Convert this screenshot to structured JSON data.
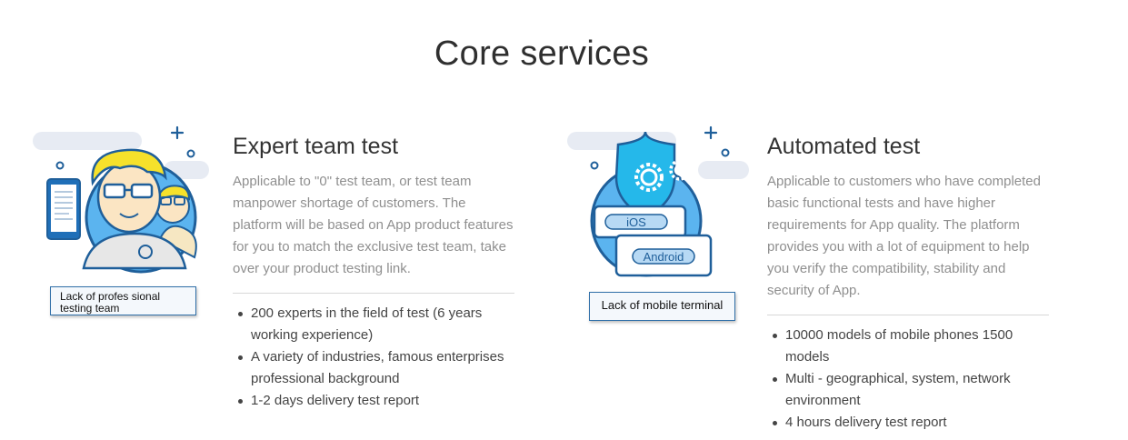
{
  "section": {
    "title": "Core services"
  },
  "cards": [
    {
      "title": "Expert team test",
      "description": "Applicable to \"0\" test team, or test team manpower shortage of customers. The platform will be based on App product features for you to match the exclusive test team, take over your product testing link.",
      "tooltip": "Lack of profes sional testing team",
      "features": [
        "200 experts in the field of test (6 years working experience)",
        "A variety of industries, famous enterprises professional background",
        "1-2 days delivery test report"
      ]
    },
    {
      "title": "Automated test",
      "description": "Applicable to customers who have completed basic functional tests and have higher requirements for App quality. The platform provides you with a lot of equipment to help you verify the compatibility, stability and security of App.",
      "tooltip": "Lack of mobile terminal",
      "badges": {
        "ios": "iOS",
        "android": "Android"
      },
      "features": [
        "10000 models of mobile phones 1500 models",
        "Multi - geographical, system, network environment",
        "4 hours delivery test report"
      ]
    }
  ],
  "colors": {
    "accent_blue": "#1f6fb8",
    "light_blue": "#5bb4ef",
    "cloud_grey": "#e7ebf3",
    "hair_yellow": "#f6e12b"
  }
}
